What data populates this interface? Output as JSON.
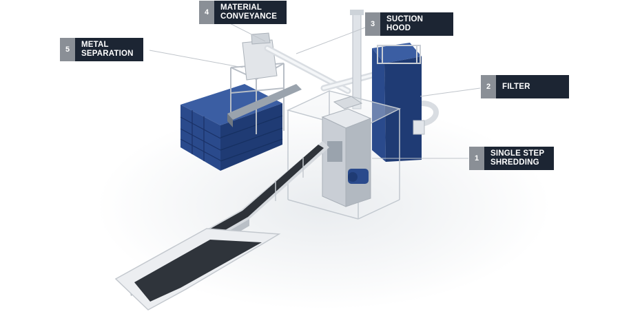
{
  "diagram": {
    "colors": {
      "label_bg": "#1c2533",
      "number_bg": "#8a8f96",
      "label_text": "#ffffff",
      "machine_blue": "#2a4a8c",
      "frame_gray": "#d4d8dd"
    },
    "callouts": [
      {
        "id": "material-conveyance",
        "number": "4",
        "line1": "MATERIAL",
        "line2": "CONVEYANCE"
      },
      {
        "id": "suction-hood",
        "number": "3",
        "line1": "SUCTION",
        "line2": "HOOD"
      },
      {
        "id": "metal-separation",
        "number": "5",
        "line1": "METAL",
        "line2": "SEPARATION"
      },
      {
        "id": "filter",
        "number": "2",
        "line1": "FILTER",
        "line2": ""
      },
      {
        "id": "single-step-shredding",
        "number": "1",
        "line1": "SINGLE STEP",
        "line2": "SHREDDING"
      }
    ]
  }
}
